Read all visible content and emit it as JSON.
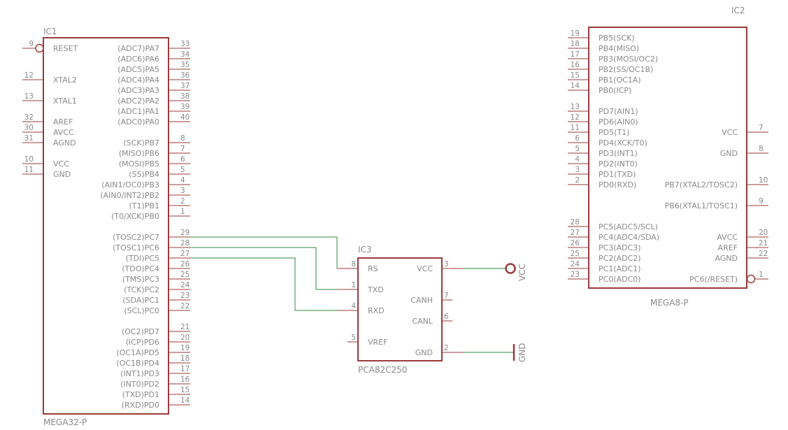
{
  "colors": {
    "body": "#9b3a3a",
    "pin_line": "#9b3a3a",
    "wire": "#2e8b3d",
    "text": "#8a8a8a"
  },
  "ic1": {
    "name": "IC1",
    "part": "MEGA32-P",
    "left_pins": [
      {
        "num": "9",
        "label": "RESET",
        "inverted": true
      },
      {
        "num": "12",
        "label": "XTAL2"
      },
      {
        "num": "13",
        "label": "XTAL1"
      },
      {
        "num": "32",
        "label": "AREF"
      },
      {
        "num": "30",
        "label": "AVCC"
      },
      {
        "num": "31",
        "label": "AGND"
      },
      {
        "num": "10",
        "label": "VCC"
      },
      {
        "num": "11",
        "label": "GND"
      }
    ],
    "right_pins": [
      {
        "num": "33",
        "label": "(ADC7)PA7"
      },
      {
        "num": "34",
        "label": "(ADC6)PA6"
      },
      {
        "num": "35",
        "label": "(ADC5)PA5"
      },
      {
        "num": "36",
        "label": "(ADC4)PA4"
      },
      {
        "num": "37",
        "label": "(ADC3)PA3"
      },
      {
        "num": "38",
        "label": "(ADC2)PA2"
      },
      {
        "num": "39",
        "label": "(ADC1)PA1"
      },
      {
        "num": "40",
        "label": "(ADC0)PA0"
      },
      {
        "num": "8",
        "label": "(SCK)PB7"
      },
      {
        "num": "7",
        "label": "(MISO)PB6"
      },
      {
        "num": "6",
        "label": "(MOSI)PB5"
      },
      {
        "num": "5",
        "label": "(SS)PB4"
      },
      {
        "num": "4",
        "label": "(AIN1/OC0)PB3"
      },
      {
        "num": "3",
        "label": "(AIN0/INT2)PB2"
      },
      {
        "num": "2",
        "label": "(T1)PB1"
      },
      {
        "num": "1",
        "label": "(T0/XCK)PB0"
      },
      {
        "num": "29",
        "label": "(TOSC2)PC7"
      },
      {
        "num": "28",
        "label": "(TOSC1)PC6"
      },
      {
        "num": "27",
        "label": "(TDI)PC5"
      },
      {
        "num": "26",
        "label": "(TDO)PC4"
      },
      {
        "num": "25",
        "label": "(TMS)PC3"
      },
      {
        "num": "24",
        "label": "(TCK)PC2"
      },
      {
        "num": "23",
        "label": "(SDA)PC1"
      },
      {
        "num": "22",
        "label": "(SCL)PC0"
      },
      {
        "num": "21",
        "label": "(OC2)PD7"
      },
      {
        "num": "20",
        "label": "(ICP)PD6"
      },
      {
        "num": "19",
        "label": "(OC1A)PD5"
      },
      {
        "num": "18",
        "label": "(OC1B)PD4"
      },
      {
        "num": "17",
        "label": "(INT1)PD3"
      },
      {
        "num": "16",
        "label": "(INT0)PD2"
      },
      {
        "num": "15",
        "label": "(TXD)PD1"
      },
      {
        "num": "14",
        "label": "(RXD)PD0"
      }
    ]
  },
  "ic2": {
    "name": "IC2",
    "part": "MEGA8-P",
    "left_pins": [
      {
        "num": "19",
        "label": "PB5(SCK)"
      },
      {
        "num": "18",
        "label": "PB4(MISO)"
      },
      {
        "num": "17",
        "label": "PB3(MOSI/OC2)"
      },
      {
        "num": "16",
        "label": "PB2(SS/OC1B)"
      },
      {
        "num": "15",
        "label": "PB1(OC1A)"
      },
      {
        "num": "14",
        "label": "PB0(ICP)"
      },
      {
        "num": "13",
        "label": "PD7(AIN1)"
      },
      {
        "num": "12",
        "label": "PD6(AIN0)"
      },
      {
        "num": "11",
        "label": "PD5(T1)"
      },
      {
        "num": "6",
        "label": "PD4(XCK/T0)"
      },
      {
        "num": "5",
        "label": "PD3(INT1)"
      },
      {
        "num": "4",
        "label": "PD2(INT0)"
      },
      {
        "num": "3",
        "label": "PD1(TXD)"
      },
      {
        "num": "2",
        "label": "PD0(RXD)"
      },
      {
        "num": "28",
        "label": "PC5(ADC5/SCL)"
      },
      {
        "num": "27",
        "label": "PC4(ADC4/SDA)"
      },
      {
        "num": "26",
        "label": "PC3(ADC3)"
      },
      {
        "num": "25",
        "label": "PC2(ADC2)"
      },
      {
        "num": "24",
        "label": "PC1(ADC1)"
      },
      {
        "num": "23",
        "label": "PC0(ADC0)"
      }
    ],
    "right_pins": [
      {
        "num": "7",
        "label": "VCC"
      },
      {
        "num": "8",
        "label": "GND"
      },
      {
        "num": "10",
        "label": "PB7(XTAL2/TOSC2)"
      },
      {
        "num": "9",
        "label": "PB6(XTAL1/TOSC1)"
      },
      {
        "num": "20",
        "label": "AVCC"
      },
      {
        "num": "21",
        "label": "AREF"
      },
      {
        "num": "22",
        "label": "AGND"
      },
      {
        "num": "1",
        "label": "PC6(/RESET)",
        "inverted": true
      }
    ]
  },
  "ic3": {
    "name": "IC3",
    "part": "PCA82C250",
    "left_pins": [
      {
        "num": "8",
        "label": "RS"
      },
      {
        "num": "1",
        "label": "TXD"
      },
      {
        "num": "4",
        "label": "RXD"
      },
      {
        "num": "5",
        "label": "VREF"
      }
    ],
    "right_pins": [
      {
        "num": "3",
        "label": "VCC"
      },
      {
        "num": "7",
        "label": "CANH"
      },
      {
        "num": "6",
        "label": "CANL"
      },
      {
        "num": "2",
        "label": "GND"
      }
    ]
  },
  "supplies": {
    "vcc": "VCC",
    "gnd": "GND"
  }
}
